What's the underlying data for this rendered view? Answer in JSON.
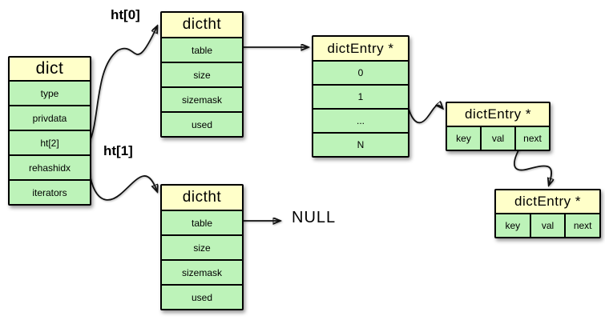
{
  "colors": {
    "header_fill": "#FFFFC9",
    "row_fill": "#BDF3B9",
    "border": "#000000",
    "background": "#FFFFFF"
  },
  "dict_table": {
    "title": "dict",
    "rows": [
      "type",
      "privdata",
      "ht[2]",
      "rehashidx",
      "iterators"
    ]
  },
  "dictht_top": {
    "title": "dictht",
    "rows": [
      "table",
      "size",
      "sizemask",
      "used"
    ]
  },
  "dictht_bottom": {
    "title": "dictht",
    "rows": [
      "table",
      "size",
      "sizemask",
      "used"
    ]
  },
  "dict_entry_array": {
    "title": "dictEntry *",
    "rows": [
      "0",
      "1",
      "...",
      "N"
    ]
  },
  "dict_entry_node_1": {
    "title": "dictEntry *",
    "cells": [
      "key",
      "val",
      "next"
    ]
  },
  "dict_entry_node_2": {
    "title": "dictEntry *",
    "cells": [
      "key",
      "val",
      "next"
    ]
  },
  "annotations": {
    "ht0_label": "ht[0]",
    "ht1_label": "ht[1]",
    "null_label": "NULL"
  }
}
